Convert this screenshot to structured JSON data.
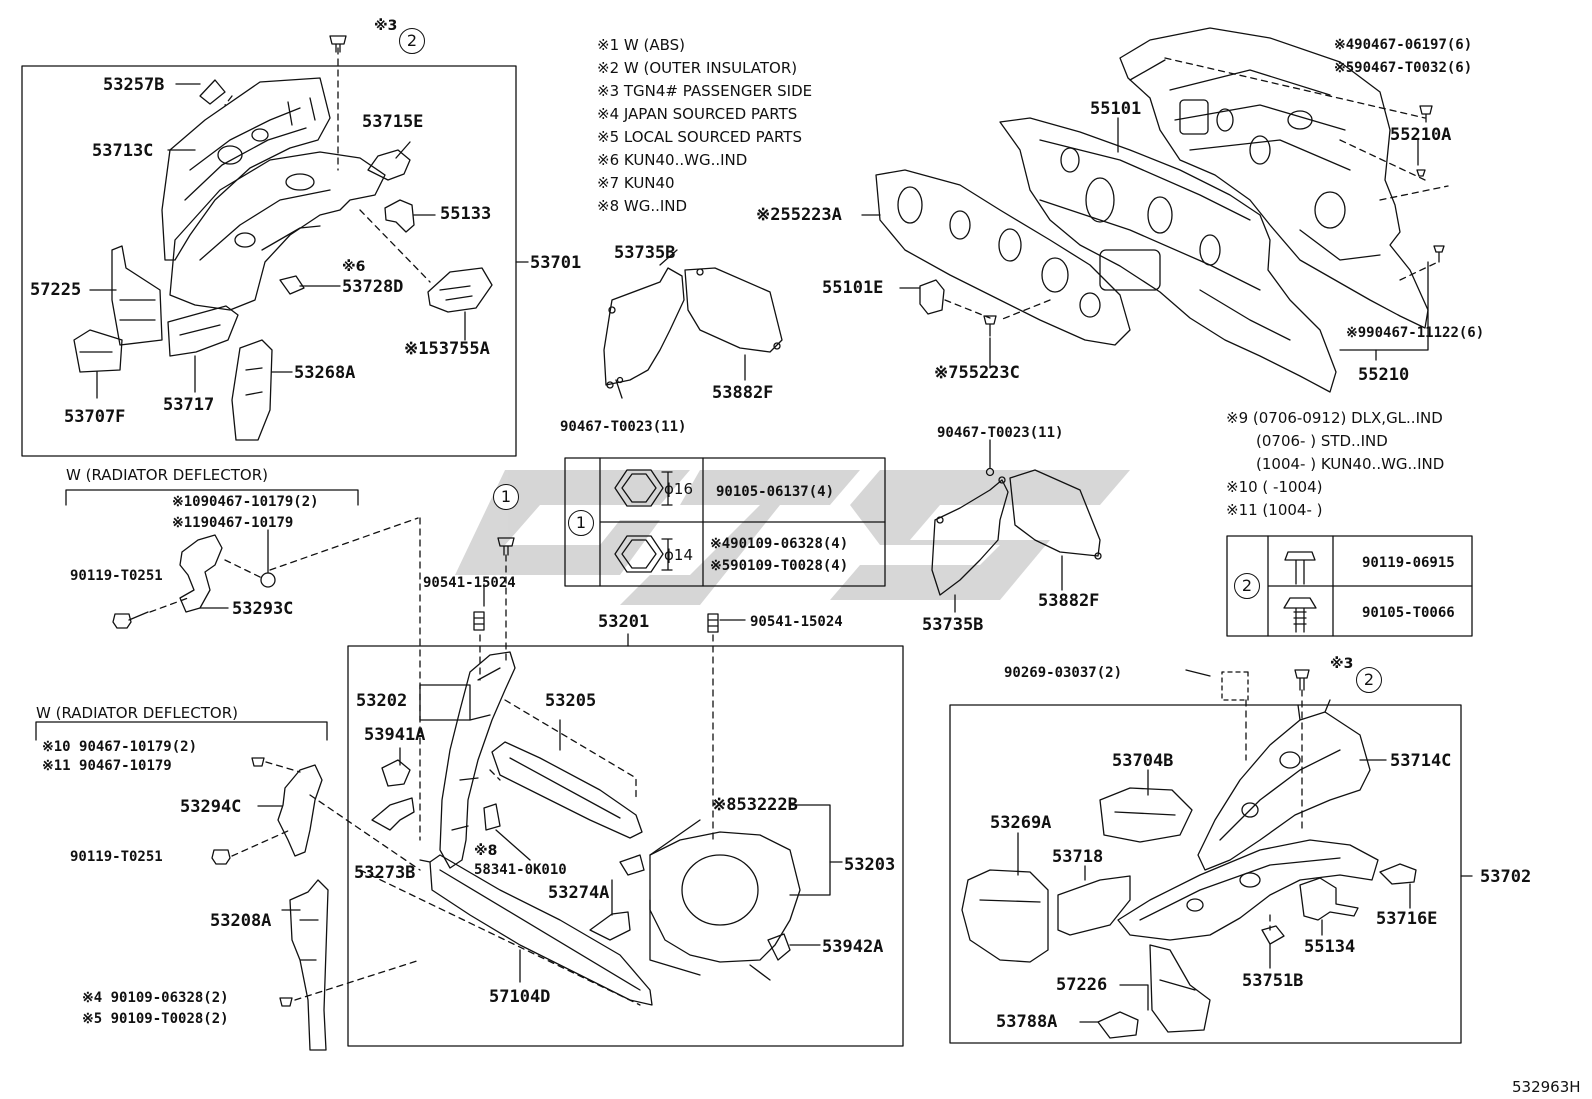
{
  "diagram": {
    "ref_code": "532963H",
    "watermark_text": "GJS",
    "legend_notes": [
      "※1 W (ABS)",
      "※2 W (OUTER INSULATOR)",
      "※3 TGN4# PASSENGER SIDE",
      "※4 JAPAN SOURCED PARTS",
      "※5 LOCAL SOURCED PARTS",
      "※6 KUN40..WG..IND",
      "※7 KUN40",
      "※8 WG..IND"
    ],
    "notes_9_11": [
      "※9 (0706-0912) DLX,GL..IND",
      "(0706-        ) STD..IND",
      "(1004-        ) KUN40..WG..IND",
      "※10 (        -1004)",
      "※11 (1004-        )"
    ],
    "group_titles": {
      "deflector_upper": "W (RADIATOR DEFLECTOR)",
      "deflector_lower": "W (RADIATOR DEFLECTOR)"
    },
    "callouts": {
      "c1": "1",
      "c2": "2"
    },
    "bolt_table_1": {
      "rows": [
        {
          "size": "ϕ16",
          "part": "90105-06137(4)"
        },
        {
          "size": "ϕ14",
          "part": "※490109-06328(4)",
          "part2": "※590109-T0028(4)"
        }
      ]
    },
    "bolt_table_2": {
      "rows": [
        {
          "part": "90119-06915"
        },
        {
          "part": "90105-T0066"
        }
      ]
    },
    "parts": {
      "p53257B": "53257B",
      "p53713C": "53713C",
      "p53715E": "53715E",
      "p55133": "55133",
      "p53701": "53701",
      "p57225": "57225",
      "p53728D": "53728D",
      "p53728D_note": "※6",
      "p53755A": "※153755A",
      "p53268A": "53268A",
      "p53707F": "53707F",
      "p53717": "53717",
      "p53735B_top": "53735B",
      "p53882F_top": "53882F",
      "p90467T0023_top": "90467-T0023(11)",
      "p55101": "55101",
      "p55223A": "※255223A",
      "p55101E": "55101E",
      "p55223C": "※755223C",
      "p90467_06197": "※490467-06197(6)",
      "p90467_T0032": "※590467-T0032(6)",
      "p55210A": "55210A",
      "p90467_11122": "※990467-11122(6)",
      "p55210": "55210",
      "p90467T0023_mid": "90467-T0023(11)",
      "p53735B_mid": "53735B",
      "p53882F_mid": "53882F",
      "p90467_10179_2a": "※1090467-10179(2)",
      "p90467_10179a": "※1190467-10179",
      "p90119T0251a": "90119-T0251",
      "p53293C": "53293C",
      "p90541_15024a": "90541-15024",
      "p90541_15024b": "90541-15024",
      "p53201": "53201",
      "p53202": "53202",
      "p53205": "53205",
      "p53941A": "53941A",
      "p53222B": "※853222B",
      "p53203": "53203",
      "p58341": "58341-0K010",
      "p58341_note": "※8",
      "p53273B": "53273B",
      "p53274A": "53274A",
      "p53942A": "53942A",
      "p57104D": "57104D",
      "p90467_10179_2b": "※10 90467-10179(2)",
      "p90467_10179b": "※11 90467-10179",
      "p53294C": "53294C",
      "p90119T0251b": "90119-T0251",
      "p53208A": "53208A",
      "p90109_06328": "※4 90109-06328(2)",
      "p90109_T0028": "※5 90109-T0028(2)",
      "p90269": "90269-03037(2)",
      "p53702_note3": "※3",
      "p53704B": "53704B",
      "p53714C": "53714C",
      "p53269A": "53269A",
      "p53718": "53718",
      "p53702": "53702",
      "p53716E": "53716E",
      "p55134": "55134",
      "p57226": "57226",
      "p53751B": "53751B",
      "p53788A": "53788A",
      "top_note3": "※3"
    }
  }
}
